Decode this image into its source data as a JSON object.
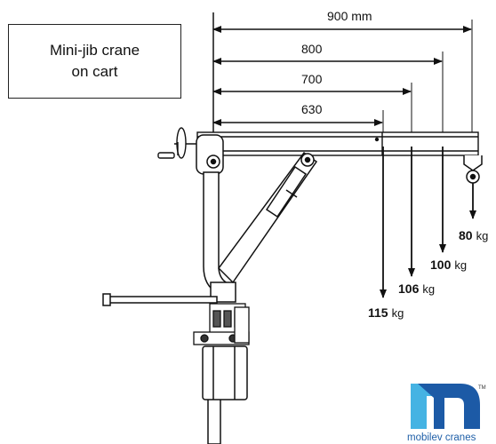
{
  "title": {
    "line1": "Mini-jib crane",
    "line2": "on cart"
  },
  "reach_dimensions": [
    {
      "label": "900 mm"
    },
    {
      "label": "800"
    },
    {
      "label": "700"
    },
    {
      "label": "630"
    }
  ],
  "loads": [
    {
      "value": "80",
      "unit": "kg"
    },
    {
      "value": "100",
      "unit": "kg"
    },
    {
      "value": "106",
      "unit": "kg"
    },
    {
      "value": "115",
      "unit": "kg"
    }
  ],
  "logo": {
    "text": "mobilev cranes",
    "mark": "TM",
    "color_light": "#45b3e3",
    "color_dark": "#1c5aa6"
  }
}
